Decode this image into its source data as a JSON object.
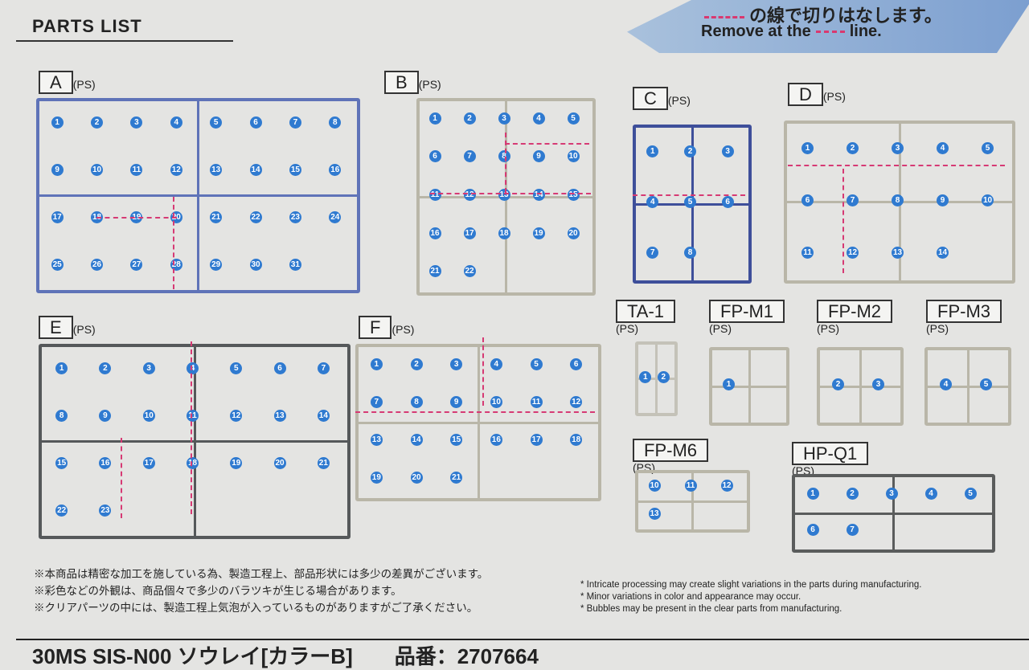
{
  "header": {
    "title": "PARTS LIST",
    "banner_jp": "の線で切りはなします。",
    "banner_en_before": "Remove at the",
    "banner_en_after": "line."
  },
  "panels": [
    {
      "id": "A",
      "mat": "(PS)",
      "color": "#5f73b8",
      "numbers": [
        "1",
        "2",
        "3",
        "4",
        "5",
        "6",
        "7",
        "8",
        "9",
        "10",
        "11",
        "12",
        "13",
        "14",
        "15",
        "16",
        "17",
        "18",
        "19",
        "20",
        "21",
        "22",
        "23",
        "24",
        "25",
        "26",
        "27",
        "28",
        "29",
        "30",
        "31"
      ]
    },
    {
      "id": "B",
      "mat": "(PS)",
      "color": "#b9b6a8",
      "numbers": [
        "1",
        "2",
        "3",
        "4",
        "5",
        "6",
        "7",
        "8",
        "9",
        "10",
        "11",
        "12",
        "13",
        "14",
        "15",
        "16",
        "17",
        "18",
        "19",
        "20",
        "21",
        "22"
      ]
    },
    {
      "id": "C",
      "mat": "(PS)",
      "color": "#3e4f9a",
      "numbers": [
        "1",
        "2",
        "3",
        "4",
        "5",
        "6",
        "7",
        "8"
      ]
    },
    {
      "id": "D",
      "mat": "(PS)",
      "color": "#b9b6a8",
      "numbers": [
        "1",
        "2",
        "3",
        "4",
        "5",
        "6",
        "7",
        "8",
        "9",
        "10",
        "11",
        "12",
        "13",
        "14"
      ]
    },
    {
      "id": "E",
      "mat": "(PS)",
      "color": "#55585a",
      "numbers": [
        "1",
        "2",
        "3",
        "4",
        "5",
        "6",
        "7",
        "8",
        "9",
        "10",
        "11",
        "12",
        "13",
        "14",
        "15",
        "16",
        "17",
        "18",
        "19",
        "20",
        "21",
        "22",
        "23"
      ]
    },
    {
      "id": "F",
      "mat": "(PS)",
      "color": "#b9b6a8",
      "numbers": [
        "1",
        "2",
        "3",
        "4",
        "5",
        "6",
        "7",
        "8",
        "9",
        "10",
        "11",
        "12",
        "13",
        "14",
        "15",
        "16",
        "17",
        "18",
        "19",
        "20",
        "21"
      ]
    },
    {
      "id": "TA-1",
      "mat": "(PS)",
      "color": "#c4c2b8",
      "numbers": [
        "1",
        "2"
      ]
    },
    {
      "id": "FP-M1",
      "mat": "(PS)",
      "color": "#b9b6a8",
      "numbers": [
        "1"
      ]
    },
    {
      "id": "FP-M2",
      "mat": "(PS)",
      "color": "#b9b6a8",
      "numbers": [
        "2",
        "3"
      ]
    },
    {
      "id": "FP-M3",
      "mat": "(PS)",
      "color": "#b9b6a8",
      "numbers": [
        "4",
        "5"
      ]
    },
    {
      "id": "FP-M6",
      "mat": "(PS)",
      "color": "#b9b6a8",
      "numbers": [
        "10",
        "11",
        "12",
        "13"
      ]
    },
    {
      "id": "HP-Q1",
      "mat": "(PS)",
      "color": "#5a5c5c",
      "numbers": [
        "1",
        "2",
        "3",
        "4",
        "5",
        "6",
        "7"
      ]
    }
  ],
  "notes_jp": [
    "※本商品は精密な加工を施している為、製造工程上、部品形状には多少の差異がございます。",
    "※彩色などの外観は、商品個々で多少のバラツキが生じる場合があります。",
    "※クリアパーツの中には、製造工程上気泡が入っているものがありますがご了承ください。"
  ],
  "notes_en": [
    "* Intricate processing may create slight variations in the parts during manufacturing.",
    "* Minor variations in color and appearance may occur.",
    "* Bubbles may be present in the clear parts from manufacturing."
  ],
  "footer": "30MS SIS-N00 ソウレイ[カラーB]　　品番：2707664"
}
